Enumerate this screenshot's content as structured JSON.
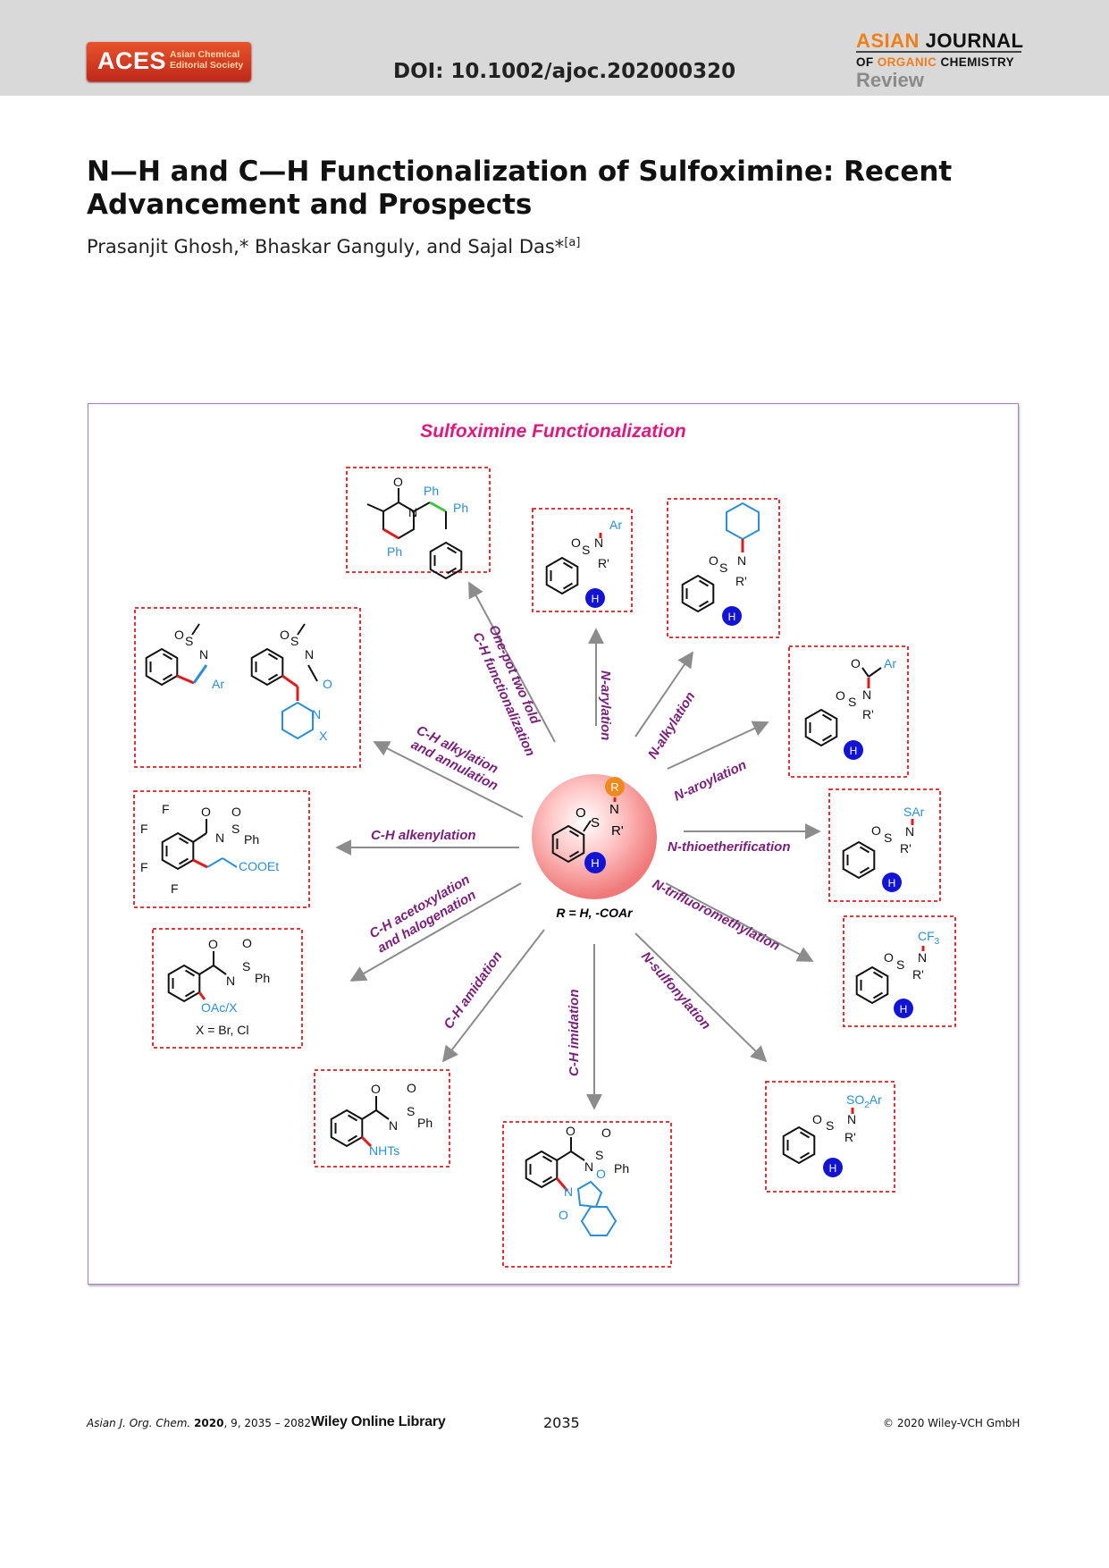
{
  "header": {
    "logo_text": "ACES",
    "logo_sub1": "Asian Chemical",
    "logo_sub2": "Editorial Society",
    "doi": "DOI: 10.1002/ajoc.202000320",
    "journal_word1": "ASIAN",
    "journal_word2": "JOURNAL",
    "journal_line2_a": "OF",
    "journal_line2_b": "ORGANIC",
    "journal_line2_c": "CHEMISTRY",
    "section": "Review"
  },
  "article": {
    "title_line1": "N—H and C—H Functionalization of Sulfoximine: Recent",
    "title_line2": "Advancement and Prospects",
    "authors": "Prasanjit Ghosh,* Bhaskar Ganguly, and Sajal Das*",
    "affiliation_mark": "[a]"
  },
  "figure": {
    "title": "Sulfoximine Functionalization",
    "center_caption": "R = H, -COAr",
    "labels": {
      "one_pot_1": "One-pot two fold",
      "one_pot_2": "C-H functionalization",
      "n_arylation": "N-arylation",
      "n_alkylation": "N-alkylation",
      "n_aroylation": "N-aroylation",
      "n_thio": "N-thioetherification",
      "n_cf3": "N-trifluoromethylation",
      "n_sulf": "N-sulfonylation",
      "ch_imid": "C-H imidation",
      "ch_amid": "C-H amidation",
      "ch_acet_1": "C-H acetoxylation",
      "ch_acet_2": "and halogenation",
      "ch_alkenyl": "C-H alkenylation",
      "ch_alkyl_1": "C-H alkylation",
      "ch_alkyl_2": "and annulation"
    },
    "atoms": {
      "R": "R",
      "H": "H",
      "O": "O",
      "S": "S",
      "N": "N",
      "Rp": "R'",
      "Ar": "Ar",
      "Ph": "Ph",
      "X": "X",
      "F": "F",
      "SAr": "SAr",
      "CF3": "CF",
      "CF3_sub": "3",
      "SO2Ar": "SO",
      "SO2Ar_sub": "2",
      "SO2Ar_tail": "Ar",
      "COOEt": "COOEt",
      "NHTs": "NHTs",
      "OAcX": "OAc/X",
      "Xnote": "X = Br, Cl"
    },
    "colors": {
      "title": "#e0197d",
      "label": "#7a1f7a",
      "red": "#e11b1b",
      "blue": "#2a8fd6",
      "green": "#3fc43f",
      "hydrogen_ball": "#1313d6",
      "r_ball": "#f08a1c",
      "arrow": "#8c8c8c",
      "frame": "#a97bcf"
    }
  },
  "footer": {
    "journal": "Asian J. Org. Chem.",
    "year": "2020",
    "vol": ", 9, 2035 – 2082",
    "library": "Wiley Online Library",
    "page": "2035",
    "copyright": "© 2020 Wiley-VCH GmbH"
  }
}
